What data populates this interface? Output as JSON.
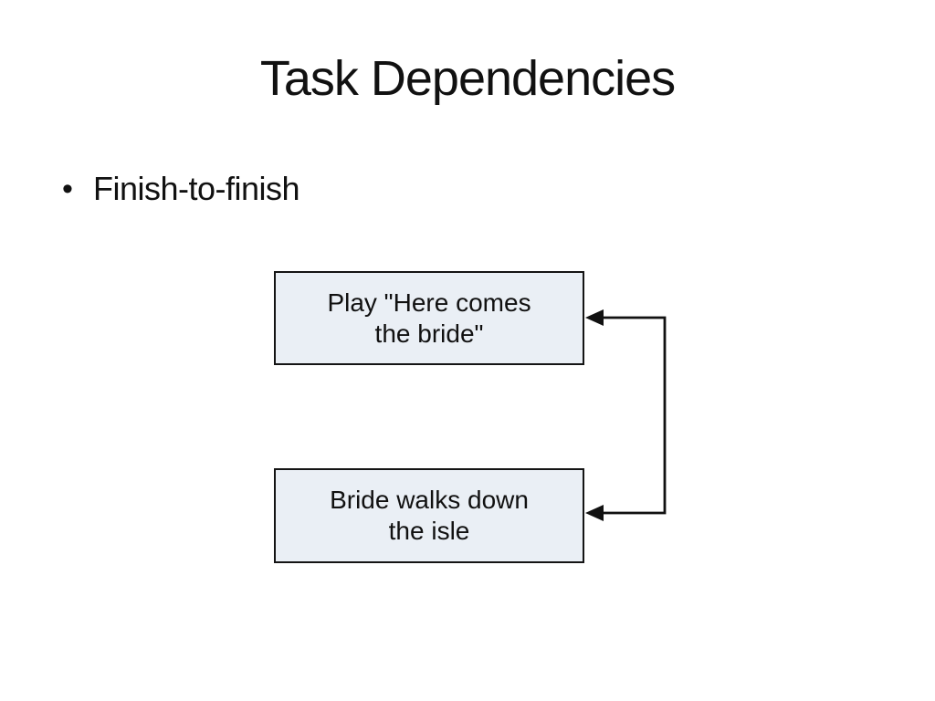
{
  "colors": {
    "background": "#ffffff",
    "text": "#111111",
    "node_fill": "#eaeff5",
    "node_border": "#141414",
    "connector": "#111111"
  },
  "slide": {
    "title": "Task Dependencies",
    "bullet": {
      "marker": "•",
      "label": "Finish-to-finish"
    },
    "diagram": {
      "type": "flowchart",
      "nodes": [
        {
          "id": "task-1",
          "lines": [
            "Play \"Here comes",
            "the bride\""
          ]
        },
        {
          "id": "task-2",
          "lines": [
            "Bride walks down",
            "the isle"
          ]
        }
      ],
      "edges": [
        {
          "type": "finish-to-finish",
          "from": "task-1",
          "to": "task-2",
          "arrowheads": "left-pointing into right edge of both nodes"
        }
      ]
    }
  }
}
